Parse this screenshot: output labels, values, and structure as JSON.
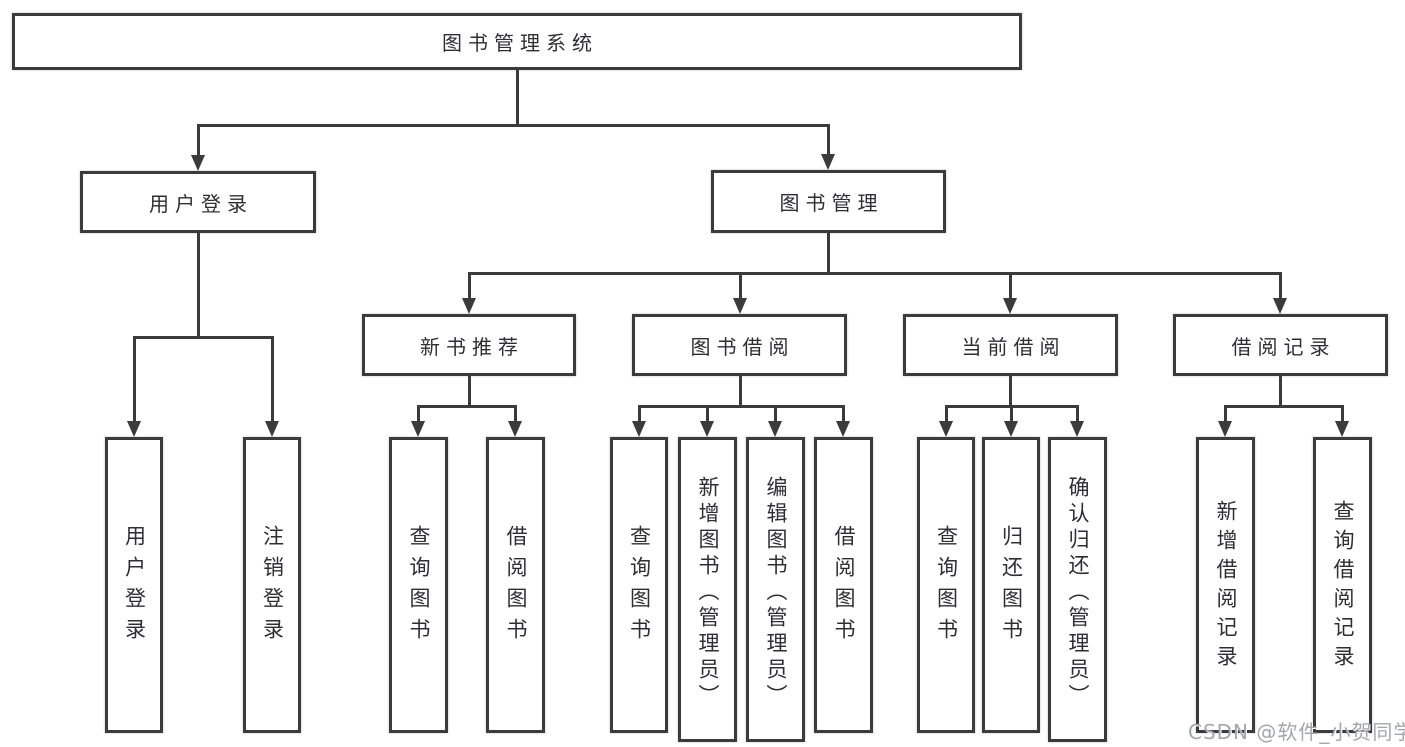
{
  "colors": {
    "line": "#3b3b3b",
    "box_border": "#3b3b3b",
    "text": "#2f2f33",
    "watermark": "#a3a6aa",
    "background": "#ffffff"
  },
  "watermark": {
    "text": "CSDN @软件_小贺同学"
  },
  "tree": {
    "label": "图书管理系统",
    "children": [
      {
        "label": "用户登录",
        "children": [
          {
            "label": "用户登录"
          },
          {
            "label": "注销登录"
          }
        ]
      },
      {
        "label": "图书管理",
        "children": [
          {
            "label": "新书推荐",
            "children": [
              {
                "label": "查询图书"
              },
              {
                "label": "借阅图书"
              }
            ]
          },
          {
            "label": "图书借阅",
            "children": [
              {
                "label": "查询图书"
              },
              {
                "label": "新增图书（管理员）"
              },
              {
                "label": "编辑图书（管理员）"
              },
              {
                "label": "借阅图书"
              }
            ]
          },
          {
            "label": "当前借阅",
            "children": [
              {
                "label": "查询图书"
              },
              {
                "label": "归还图书"
              },
              {
                "label": "确认归还（管理员）"
              }
            ]
          },
          {
            "label": "借阅记录",
            "children": [
              {
                "label": "新增借阅记录"
              },
              {
                "label": "查询借阅记录"
              }
            ]
          }
        ]
      }
    ]
  }
}
